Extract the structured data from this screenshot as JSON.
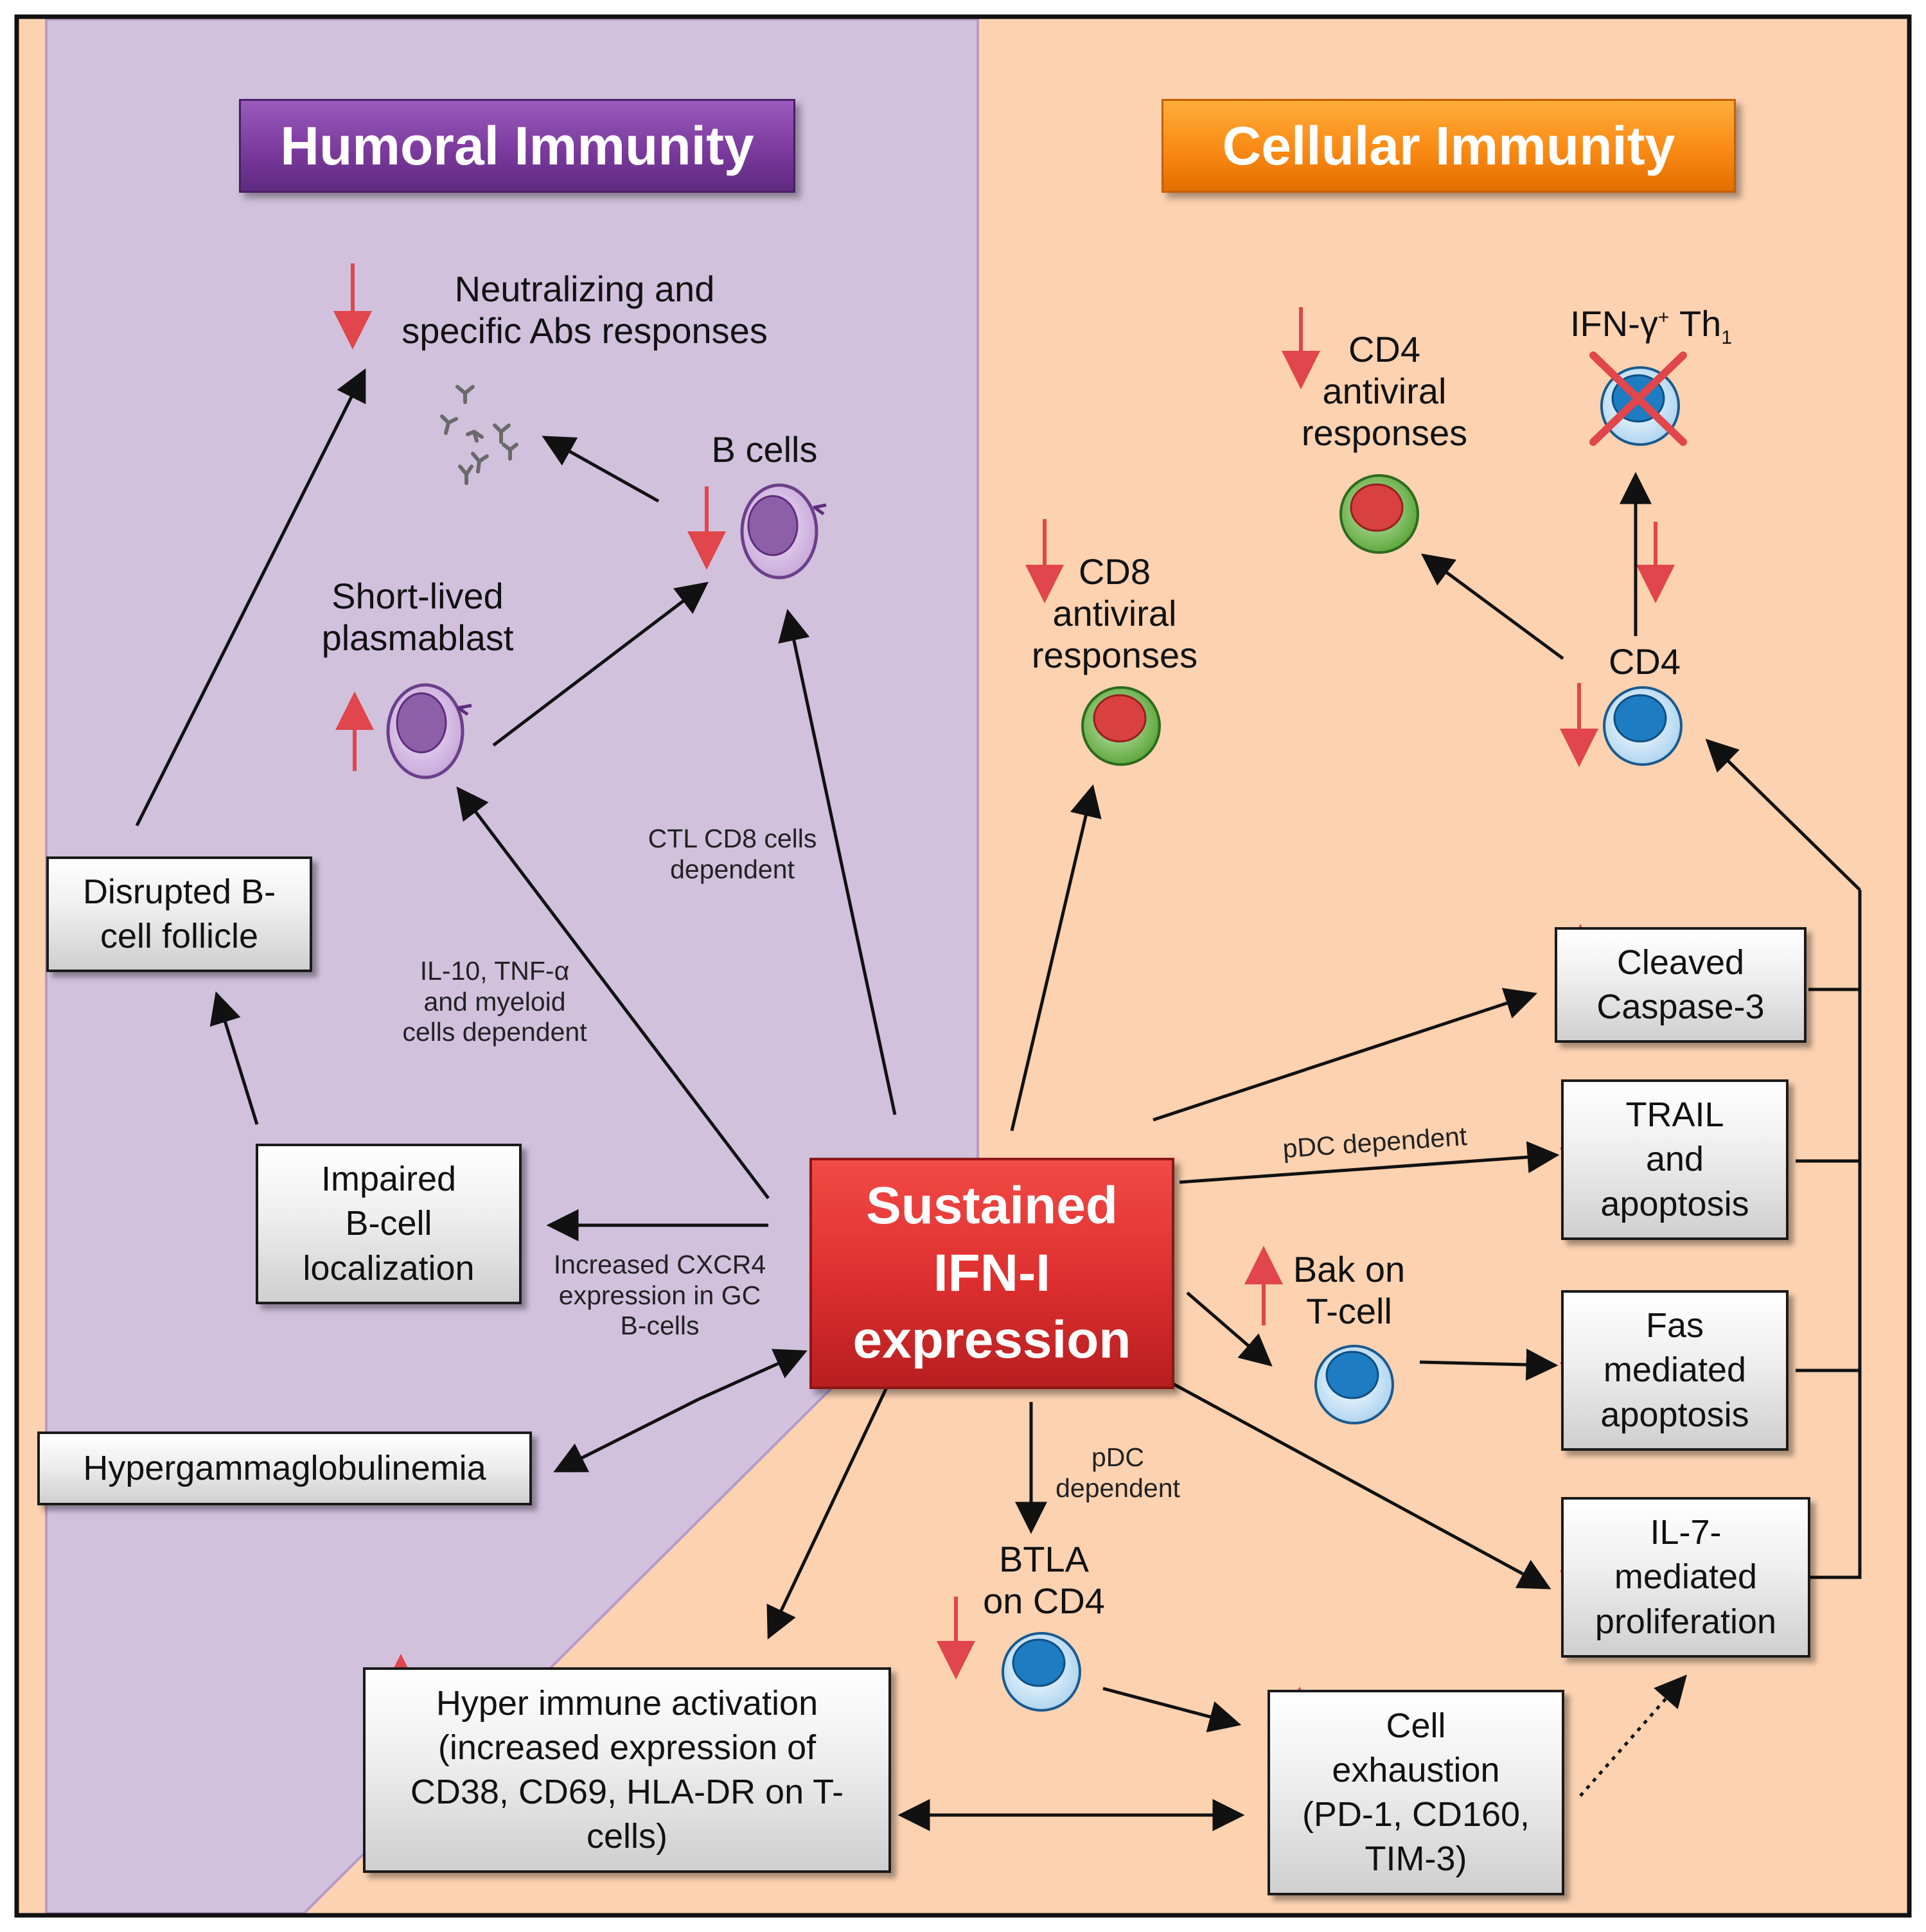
{
  "panels": {
    "humoral": {
      "title": "Humoral Immunity",
      "color": "#d1c1dd"
    },
    "cellular": {
      "title": "Cellular Immunity",
      "color": "#fcd2b1"
    }
  },
  "center": {
    "label": "Sustained\nIFN-I\nexpression",
    "color": "#dc2e2e"
  },
  "humoral": {
    "neutralizing": "Neutralizing and\nspecific Abs responses",
    "b_cells": "B cells",
    "plasmablast": "Short-lived\nplasmablast",
    "disrupted_follicle": "Disrupted B-\ncell follicle",
    "impaired_localization": "Impaired\nB-cell\nlocalization",
    "hypergamma": "Hypergammaglobulinemia",
    "ctl_note": "CTL CD8 cells\ndependent",
    "il10_note": "IL-10, TNF-α\nand myeloid\ncells dependent",
    "cxcr4_note": "Increased CXCR4\nexpression in GC\nB-cells"
  },
  "cellular": {
    "cd8": "CD8\nantiviral\nresponses",
    "cd4_antiviral": "CD4\nantiviral\nresponses",
    "ifng_th1_a": "IFN-γ",
    "ifng_th1_sup": "+",
    "ifng_th1_b": " Th",
    "ifng_th1_sub": "1",
    "cd4": "CD4",
    "cleaved_caspase": "Cleaved\nCaspase-3",
    "trail": "TRAIL\nand\napoptosis",
    "pdc_note_1": "pDC dependent",
    "bak": "Bak on\nT-cell",
    "fas": "Fas\nmediated\napoptosis",
    "il7": "IL-7-\nmediated\nproliferation",
    "pdc_note_2": "pDC\ndependent",
    "btla": "BTLA\non CD4",
    "hyper_activation": "Hyper immune activation\n(increased expression of\nCD38, CD69, HLA-DR on T-\ncells)",
    "exhaustion": "Cell\nexhaustion\n(PD-1, CD160,\nTIM-3)"
  },
  "colors": {
    "arrow": "#111111",
    "indicator_arrow": "#e0464b",
    "cross": "#e0464b",
    "b_cell_fill": "#8d5fa8",
    "t_cell_fill": "#1d7cc2",
    "effector_outer": "#5aa63a",
    "effector_inner": "#d94040"
  },
  "icons": {
    "b_cell": "b-cell-icon",
    "t_cell": "t-cell-icon",
    "effector_cell": "effector-cell-icon",
    "antibody": "antibody-icon",
    "cross": "cross-icon"
  }
}
